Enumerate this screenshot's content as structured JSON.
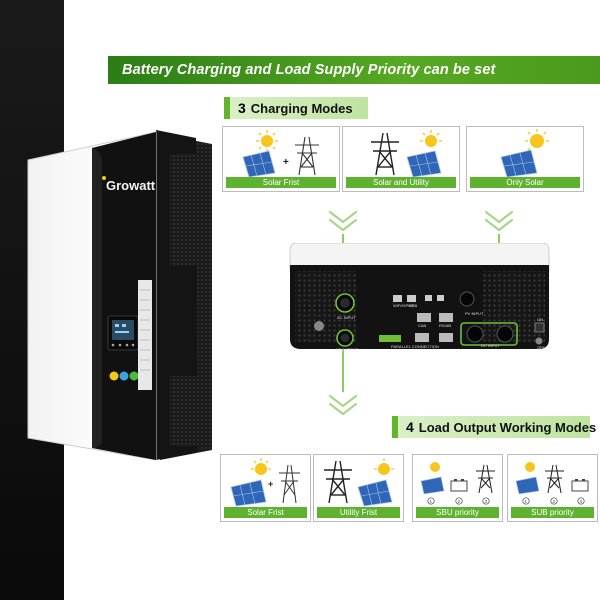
{
  "banner": {
    "text": "Battery Charging and Load Supply Priority can be set"
  },
  "charging": {
    "number": "3",
    "title": "Charging Modes",
    "modes": [
      {
        "label": "Solar Frist"
      },
      {
        "label": "Solar and Utility"
      },
      {
        "label": "Only Solar"
      }
    ]
  },
  "load": {
    "number": "4",
    "title": "Load Output Working Modes",
    "modes": [
      {
        "label": "Solar Frist"
      },
      {
        "label": "Utility Frist"
      },
      {
        "label": "SBU priority"
      },
      {
        "label": "SUB priority"
      }
    ]
  },
  "device": {
    "brand": "Growatt"
  },
  "inverter_ports": {
    "ac_input": "AC INPUT",
    "ac_output": "AC OUTPUT",
    "pv_input": "PV INPUT",
    "dc_input": "DC INPUT",
    "parallel": "PARALLEL CONNECTION",
    "usb": "USB",
    "wifi": "WIFI/GPRS",
    "can": "CAN",
    "rs485": "RS485",
    "on": "ON",
    "off": "OFF"
  },
  "colors": {
    "accent": "#5fb230",
    "banner": "#4b9a1d"
  }
}
